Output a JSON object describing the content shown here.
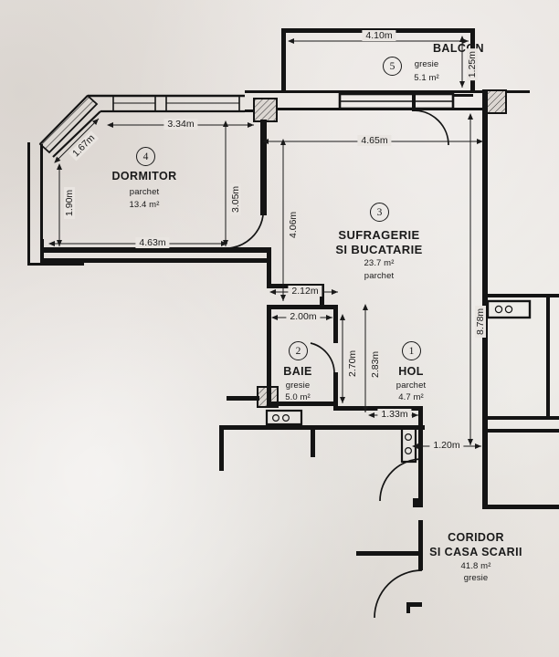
{
  "document": {
    "type": "architectural-floor-plan",
    "language": "ro"
  },
  "rooms": [
    {
      "number": "1",
      "name": "HOL",
      "finish": "parchet",
      "area": "4.7  m²"
    },
    {
      "number": "2",
      "name": "BAIE",
      "finish": "gresie",
      "area": "5.0  m²"
    },
    {
      "number": "3",
      "name": "SUFRAGERIE",
      "name2": "SI BUCATARIE",
      "finish": "parchet",
      "area": "23.7  m²"
    },
    {
      "number": "4",
      "name": "DORMITOR",
      "finish": "parchet",
      "area": "13.4  m²"
    },
    {
      "number": "5",
      "name": "BALCON",
      "finish": "gresie",
      "area": "5.1  m²"
    }
  ],
  "corridor": {
    "name": "CORIDOR",
    "name2": "SI CASA SCARII",
    "area": "41.8  m²",
    "finish": "gresie"
  },
  "dimensions": {
    "balcony_width": "4.10m",
    "balcony_depth": "1.25m",
    "dormitor_top": "3.34m",
    "dormitor_diagonal": "1.67m",
    "dormitor_left": "1.90m",
    "dormitor_right": "3.05m",
    "dormitor_bottom": "4.63m",
    "living_top": "4.65m",
    "living_left": "4.06m",
    "living_bottom": "2.12m",
    "baie_top": "2.00m",
    "baie_right": "2.70m",
    "hol_left": "2.83m",
    "hol_bottom": "1.33m",
    "corridor_opening": "1.20m",
    "right_wall": "8.78m"
  },
  "colors": {
    "ink": "#1a1a1a",
    "paper": "#e9e5e1",
    "thin_line": "#3a3a3a"
  }
}
